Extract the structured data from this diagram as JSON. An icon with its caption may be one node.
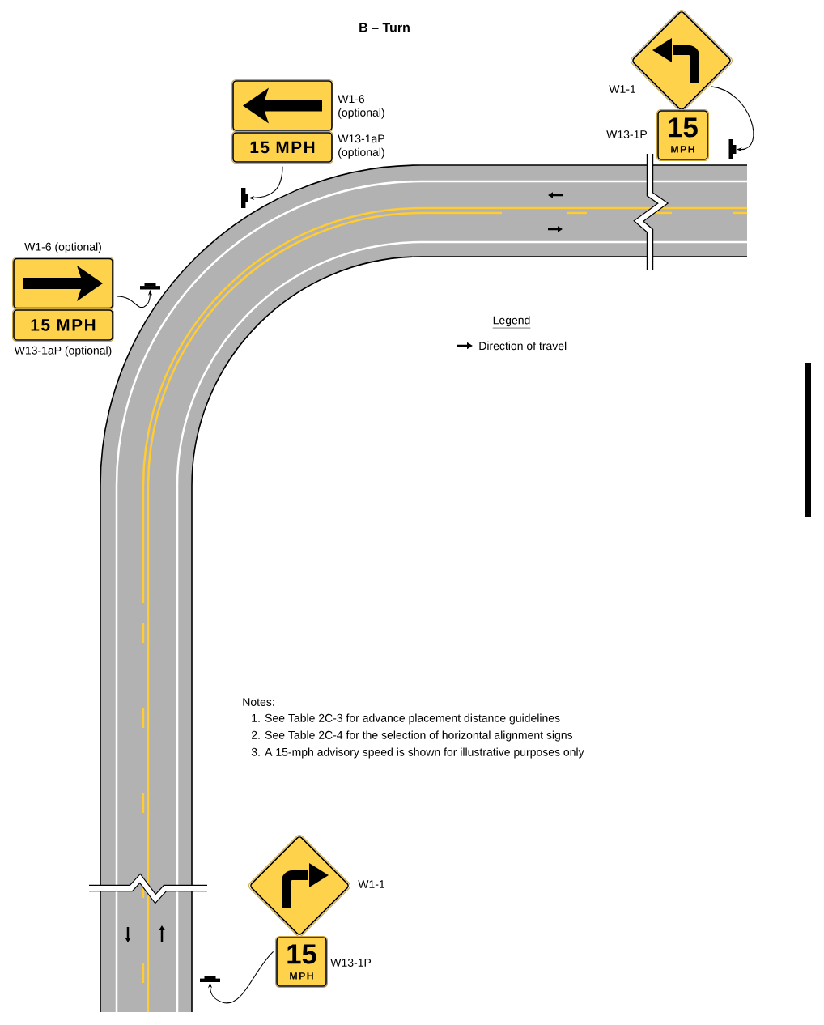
{
  "diagram": {
    "title": "B – Turn",
    "nodes": [
      {
        "text": [],
        "shape": "box",
        "beside": [
          "W1-6 (optional)"
        ]
      },
      {
        "text": [
          "15 MPH"
        ],
        "beside": [
          "W13-1aP (optional)"
        ]
      },
      {
        "text": [],
        "shape": "bar"
      },
      {
        "text": [],
        "shape": "diamond",
        "beside": [
          "W1-1"
        ]
      },
      {
        "text": [
          "15",
          "MPH"
        ],
        "beside": [
          "W13-1P"
        ]
      },
      {
        "text": [],
        "shape": "bar"
      },
      {
        "text": [],
        "shape": "box",
        "beside": [
          "W1-6 (optional)"
        ]
      },
      {
        "text": [
          "15 MPH"
        ],
        "beside": [
          "W13-1aP (optional)"
        ]
      },
      {
        "text": [],
        "shape": "bar"
      },
      {
        "text": [],
        "shape": "diamond",
        "beside": [
          "W1-1"
        ]
      },
      {
        "text": [
          "15",
          "MPH"
        ],
        "beside": [
          "W13-1P"
        ]
      },
      {
        "text": [],
        "shape": "bar"
      }
    ],
    "edges": [
      {
        "from": 1,
        "to": 2,
        "arrow": "to"
      },
      {
        "from": 3,
        "to": 5,
        "arrow": "to"
      },
      {
        "from": 6,
        "to": 8,
        "arrow": "to"
      },
      {
        "from": 10,
        "to": 11,
        "arrow": "to"
      }
    ],
    "labels": [
      "Legend",
      "Notes:",
      "1. See Table 2C-3 for advance placement distance guidelines",
      "2. See Table 2C-4 for the selection of horizontal alignment signs",
      "3. A 15-mph advisory speed is shown for illustrative purposes only"
    ],
    "legend": [
      {
        "text": "Direction of travel"
      }
    ]
  }
}
